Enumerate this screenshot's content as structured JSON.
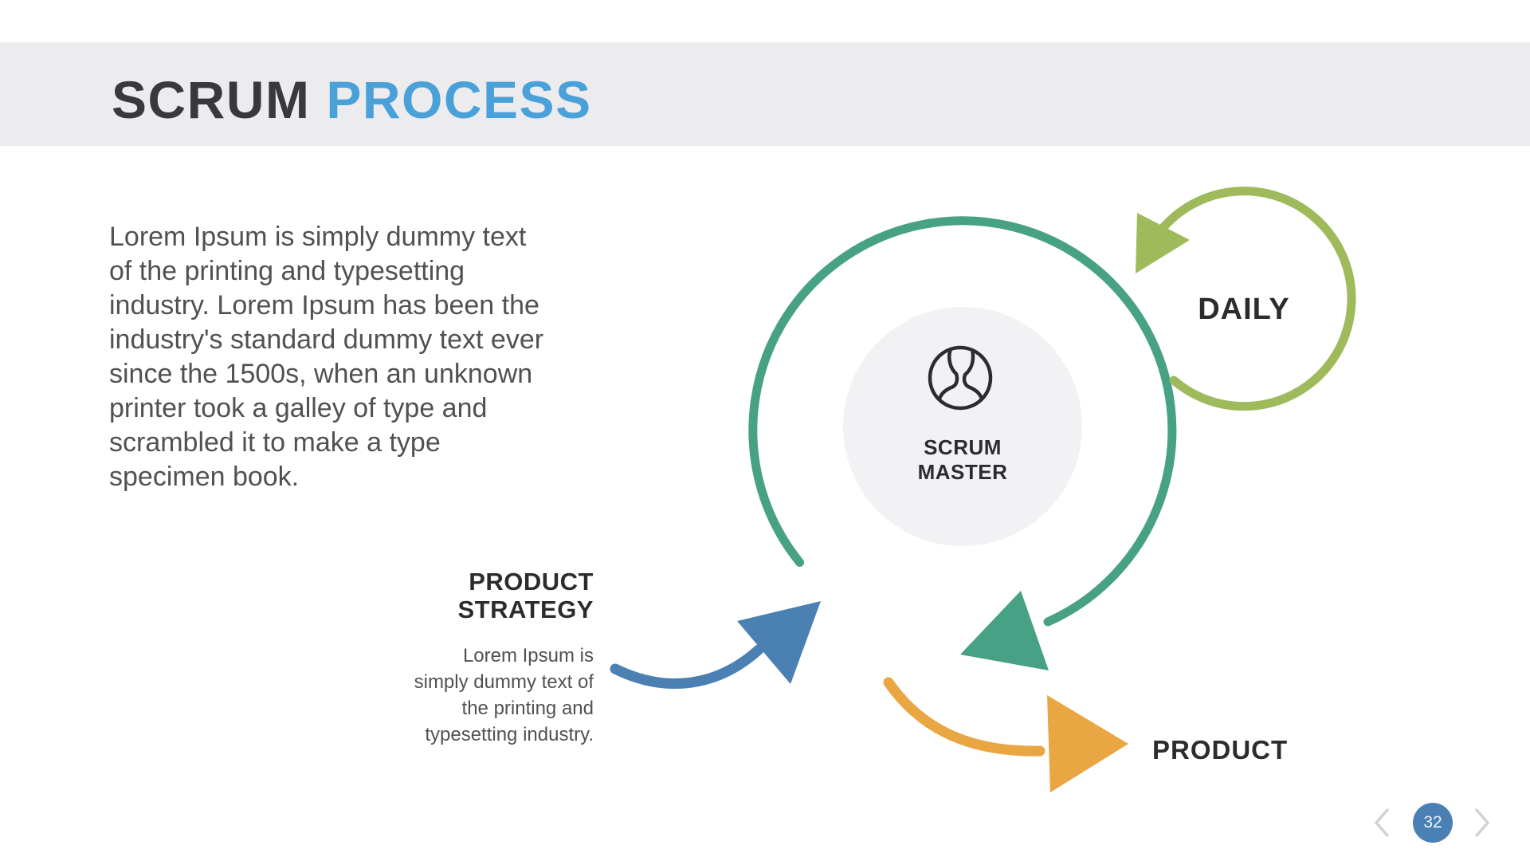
{
  "slide": {
    "title_word_dark": "SCRUM",
    "title_word_accent": "PROCESS",
    "intro_lines": [
      "Lorem Ipsum is simply dummy text",
      "of the printing and typesetting",
      "industry. Lorem Ipsum has been the",
      "industry's standard dummy text ever",
      "since the 1500s, when an unknown",
      "printer took a galley of type and",
      "scrambled it to make a type",
      "specimen book."
    ],
    "page_number": "32"
  },
  "diagram": {
    "scrum_master_lines": [
      "SCRUM",
      "MASTER"
    ],
    "daily_label": "DAILY",
    "product_label": "PRODUCT",
    "product_strategy_lines": [
      "PRODUCT",
      "STRATEGY"
    ],
    "product_strategy_desc_lines": [
      "Lorem Ipsum is",
      "simply dummy text of",
      "the printing and",
      "typesetting industry."
    ],
    "icons": {
      "center_icon": "user-icon",
      "pager_left": "chevron-left-icon",
      "pager_right": "chevron-right-icon"
    }
  },
  "colors": {
    "title_dark": "#38393b",
    "title_accent": "#4aa1da",
    "header_band": "#ececee",
    "teal": "#47a184",
    "olive": "#9eba5b",
    "blue": "#4b80b3",
    "orange": "#e9a642",
    "center_circle": "#f2f2f4",
    "icon_dark": "#2c2c2e",
    "page_badge": "#4b80b4",
    "chevron": "#d2d2d6"
  }
}
